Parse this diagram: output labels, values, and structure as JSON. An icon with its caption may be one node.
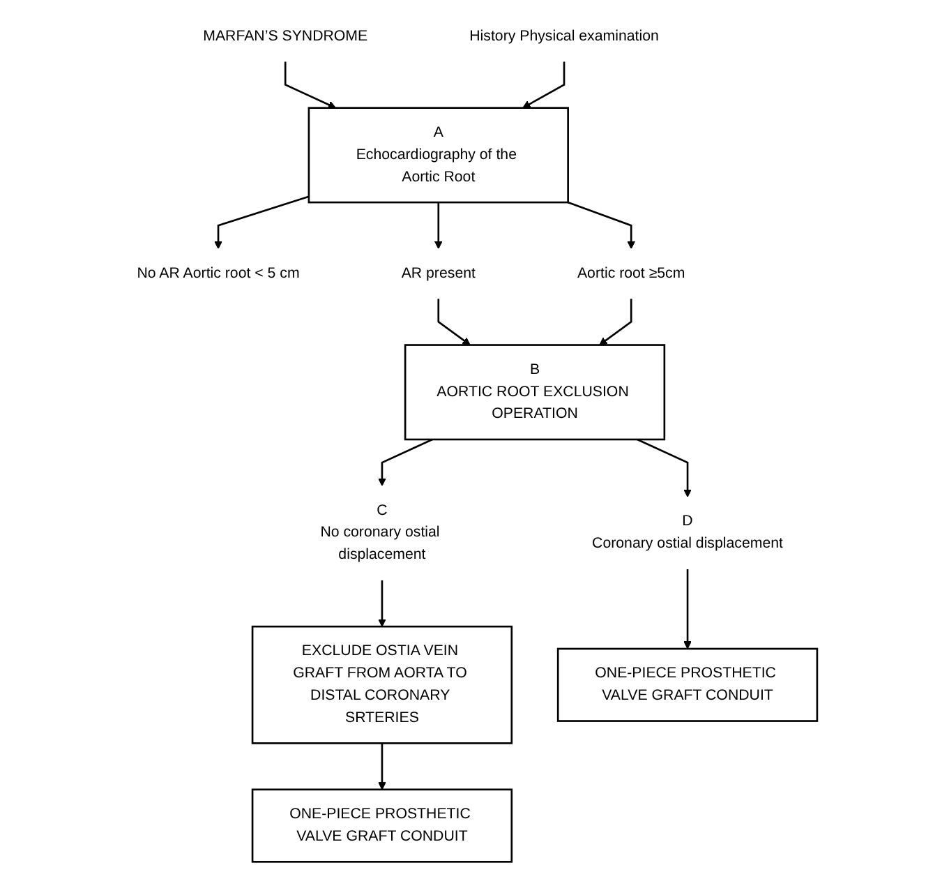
{
  "diagram": {
    "nodes": [
      {
        "text": [
          "MARFAN’S SYNDROME"
        ]
      },
      {
        "text": [
          "History Physical examination"
        ]
      },
      {
        "text": [
          "A",
          "Echocardiography of the Aortic Root"
        ]
      },
      {
        "text": [
          "No AR Aortic root < 5 cm"
        ]
      },
      {
        "text": [
          "AR present"
        ]
      },
      {
        "text": [
          "Aortic root ≥5cm"
        ]
      },
      {
        "text": [
          "B",
          "AORTIC ROOT EXCLUSION OPERATION"
        ]
      },
      {
        "text": [
          "C",
          "No coronary ostial displacement"
        ]
      },
      {
        "text": [
          "D",
          "Coronary ostial displacement"
        ]
      },
      {
        "text": [
          "EXCLUDE OSTIA VEIN GRAFT FROM AORTA TO DISTAL CORONARY SRTERIES"
        ]
      },
      {
        "text": [
          "ONE-PIECE PROSTHETIC VALVE GRAFT CONDUIT"
        ]
      },
      {
        "text": [
          "ONE-PIECE PROSTHETIC VALVE GRAFT CONDUIT"
        ]
      }
    ],
    "edges": [
      {
        "from": 0,
        "to": 2,
        "arrow": "to"
      },
      {
        "from": 1,
        "to": 2,
        "arrow": "to"
      },
      {
        "from": 2,
        "to": 3,
        "arrow": "to"
      },
      {
        "from": 2,
        "to": 4,
        "arrow": "to"
      },
      {
        "from": 2,
        "to": 5,
        "arrow": "to"
      },
      {
        "from": 4,
        "to": 6,
        "arrow": "to"
      },
      {
        "from": 5,
        "to": 6,
        "arrow": "to"
      },
      {
        "from": 6,
        "to": 7,
        "arrow": "to"
      },
      {
        "from": 6,
        "to": 8,
        "arrow": "to"
      },
      {
        "from": 7,
        "to": 9,
        "arrow": "to"
      },
      {
        "from": 9,
        "to": 10,
        "arrow": "to"
      },
      {
        "from": 8,
        "to": 11,
        "arrow": "to"
      }
    ]
  }
}
